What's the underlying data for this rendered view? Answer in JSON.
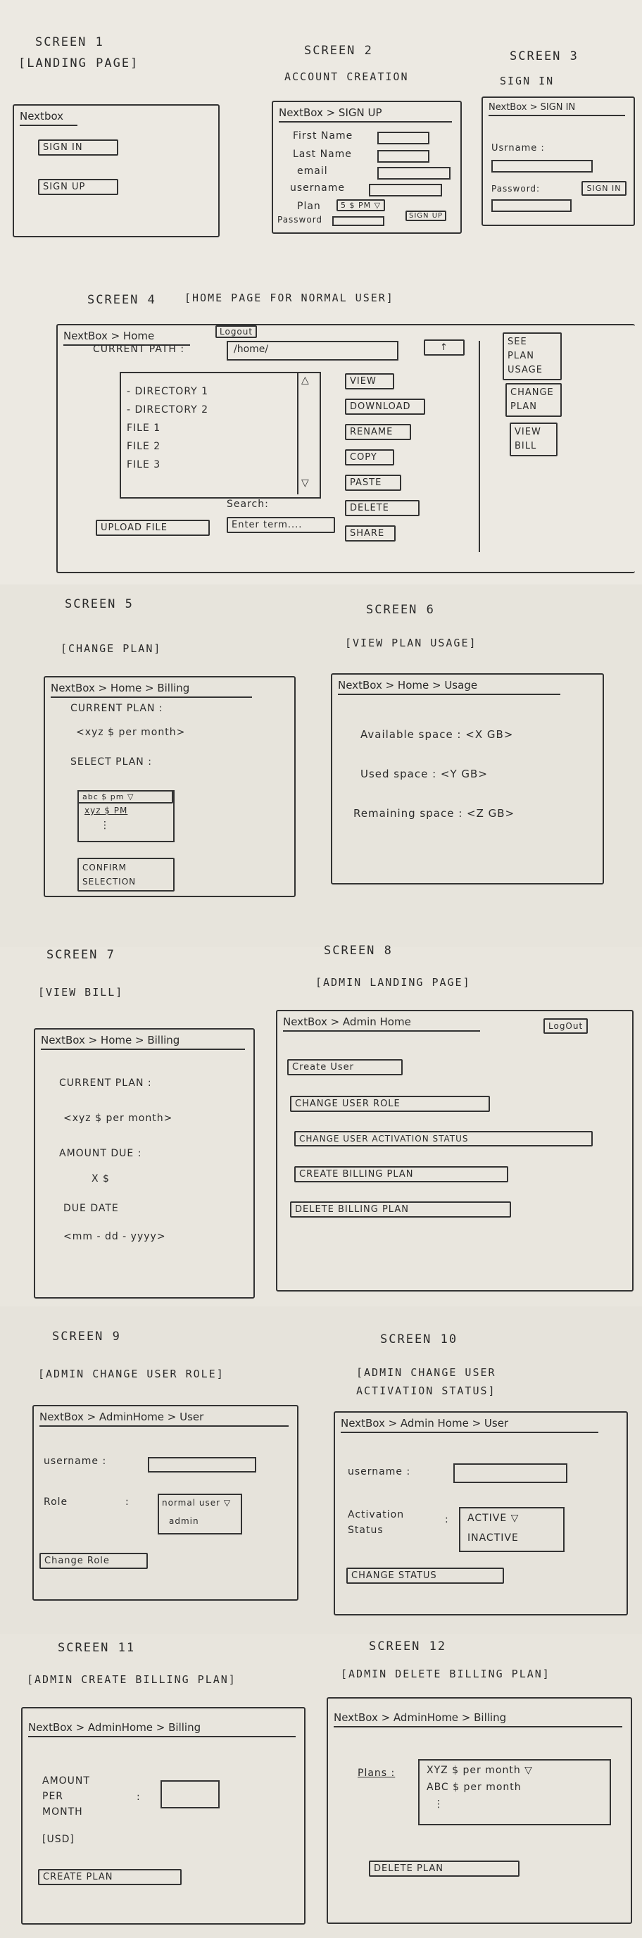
{
  "s1": {
    "title": "SCREEN 1",
    "subtitle": "[LANDING PAGE]",
    "header": "Nextbox",
    "signin": "SIGN IN",
    "signup": "SIGN UP"
  },
  "s2": {
    "title": "SCREEN 2",
    "subtitle": "ACCOUNT CREATION",
    "header": "NextBox > SIGN UP",
    "first": "First Name",
    "last": "Last Name",
    "email": "email",
    "username": "username",
    "plan": "Plan",
    "plan_value": "5 $ PM ▽",
    "password": "Password",
    "signup": "SIGN UP"
  },
  "s3": {
    "title": "SCREEN 3",
    "subtitle": "SIGN IN",
    "header": "NextBox > SIGN IN",
    "username": "Usrname :",
    "password": "Password:",
    "signin": "SIGN IN"
  },
  "s4": {
    "title": "SCREEN 4",
    "subtitle": "[HOME PAGE FOR NORMAL USER]",
    "header": "NextBox > Home",
    "logout": "Logout",
    "path_label": "CURRENT PATH :",
    "path_value": "/home/",
    "up": "↑",
    "items": [
      "- DIRECTORY 1",
      "- DIRECTORY 2",
      "FILE 1",
      "FILE 2",
      "FILE 3"
    ],
    "view": "VIEW",
    "download": "DOWNLOAD",
    "rename": "RENAME",
    "copy": "COPY",
    "paste": "PASTE",
    "delete": "DELETE",
    "share": "SHARE",
    "search": "Search:",
    "search_ph": "Enter term....",
    "upload": "UPLOAD FILE",
    "see_plan": "SEE PLAN USAGE",
    "change_plan": "CHANGE PLAN",
    "view_bill": "VIEW BILL",
    "up_arrow": "△",
    "down_arrow": "▽"
  },
  "s5": {
    "title": "SCREEN 5",
    "subtitle": "[CHANGE PLAN]",
    "header": "NextBox > Home > Billing",
    "current_label": "CURRENT PLAN :",
    "current_value": "<xyz $ per month>",
    "select_label": "SELECT PLAN :",
    "opt1": "abc $ pm ▽",
    "opt2": "xyz $ PM",
    "dots": "⋮",
    "confirm": "CONFIRM SELECTION"
  },
  "s6": {
    "title": "SCREEN 6",
    "subtitle": "[VIEW PLAN USAGE]",
    "header": "NextBox > Home > Usage",
    "available": "Available space : <X GB>",
    "used": "Used space : <Y GB>",
    "remaining": "Remaining space : <Z GB>"
  },
  "s7": {
    "title": "SCREEN 7",
    "subtitle": "[VIEW BILL]",
    "header": "NextBox > Home > Billing",
    "current_label": "CURRENT PLAN :",
    "current_value": "<xyz $ per month>",
    "amount_label": "AMOUNT DUE :",
    "amount_value": "X $",
    "due_label": "DUE DATE",
    "due_value": "<mm - dd - yyyy>"
  },
  "s8": {
    "title": "SCREEN 8",
    "subtitle": "[ADMIN LANDING PAGE]",
    "header": "NextBox > Admin Home",
    "logout": "LogOut",
    "create_user": "Create User",
    "change_role": "CHANGE USER ROLE",
    "change_activation": "CHANGE USER ACTIVATION STATUS",
    "create_billing": "CREATE BILLING PLAN",
    "delete_billing": "DELETE BILLING PLAN"
  },
  "s9": {
    "title": "SCREEN 9",
    "subtitle": "[ADMIN CHANGE USER ROLE]",
    "header": "NextBox > AdminHome > User",
    "username": "username :",
    "role": "Role",
    "colon": ":",
    "opt1": "normal user ▽",
    "opt2": "admin",
    "change": "Change Role"
  },
  "s10": {
    "title": "SCREEN 10",
    "subtitle": "[ADMIN CHANGE USER ACTIVATION STATUS]",
    "header": "NextBox > Admin Home > User",
    "username": "username :",
    "activation": "Activation Status",
    "colon": ":",
    "opt1": "ACTIVE ▽",
    "opt2": "INACTIVE",
    "change": "CHANGE STATUS"
  },
  "s11": {
    "title": "SCREEN 11",
    "subtitle": "[ADMIN CREATE BILLING PLAN]",
    "header": "NextBox > AdminHome > Billing",
    "amount": "AMOUNT PER MONTH",
    "usd": "[USD]",
    "colon": ":",
    "create": "CREATE PLAN"
  },
  "s12": {
    "title": "SCREEN 12",
    "subtitle": "[ADMIN DELETE BILLING PLAN]",
    "header": "NextBox > AdminHome > Billing",
    "plans": "Plans :",
    "opt1": "XYZ $ per month ▽",
    "opt2": "ABC $ per month",
    "dots": "⋮",
    "delete": "DELETE PLAN"
  }
}
